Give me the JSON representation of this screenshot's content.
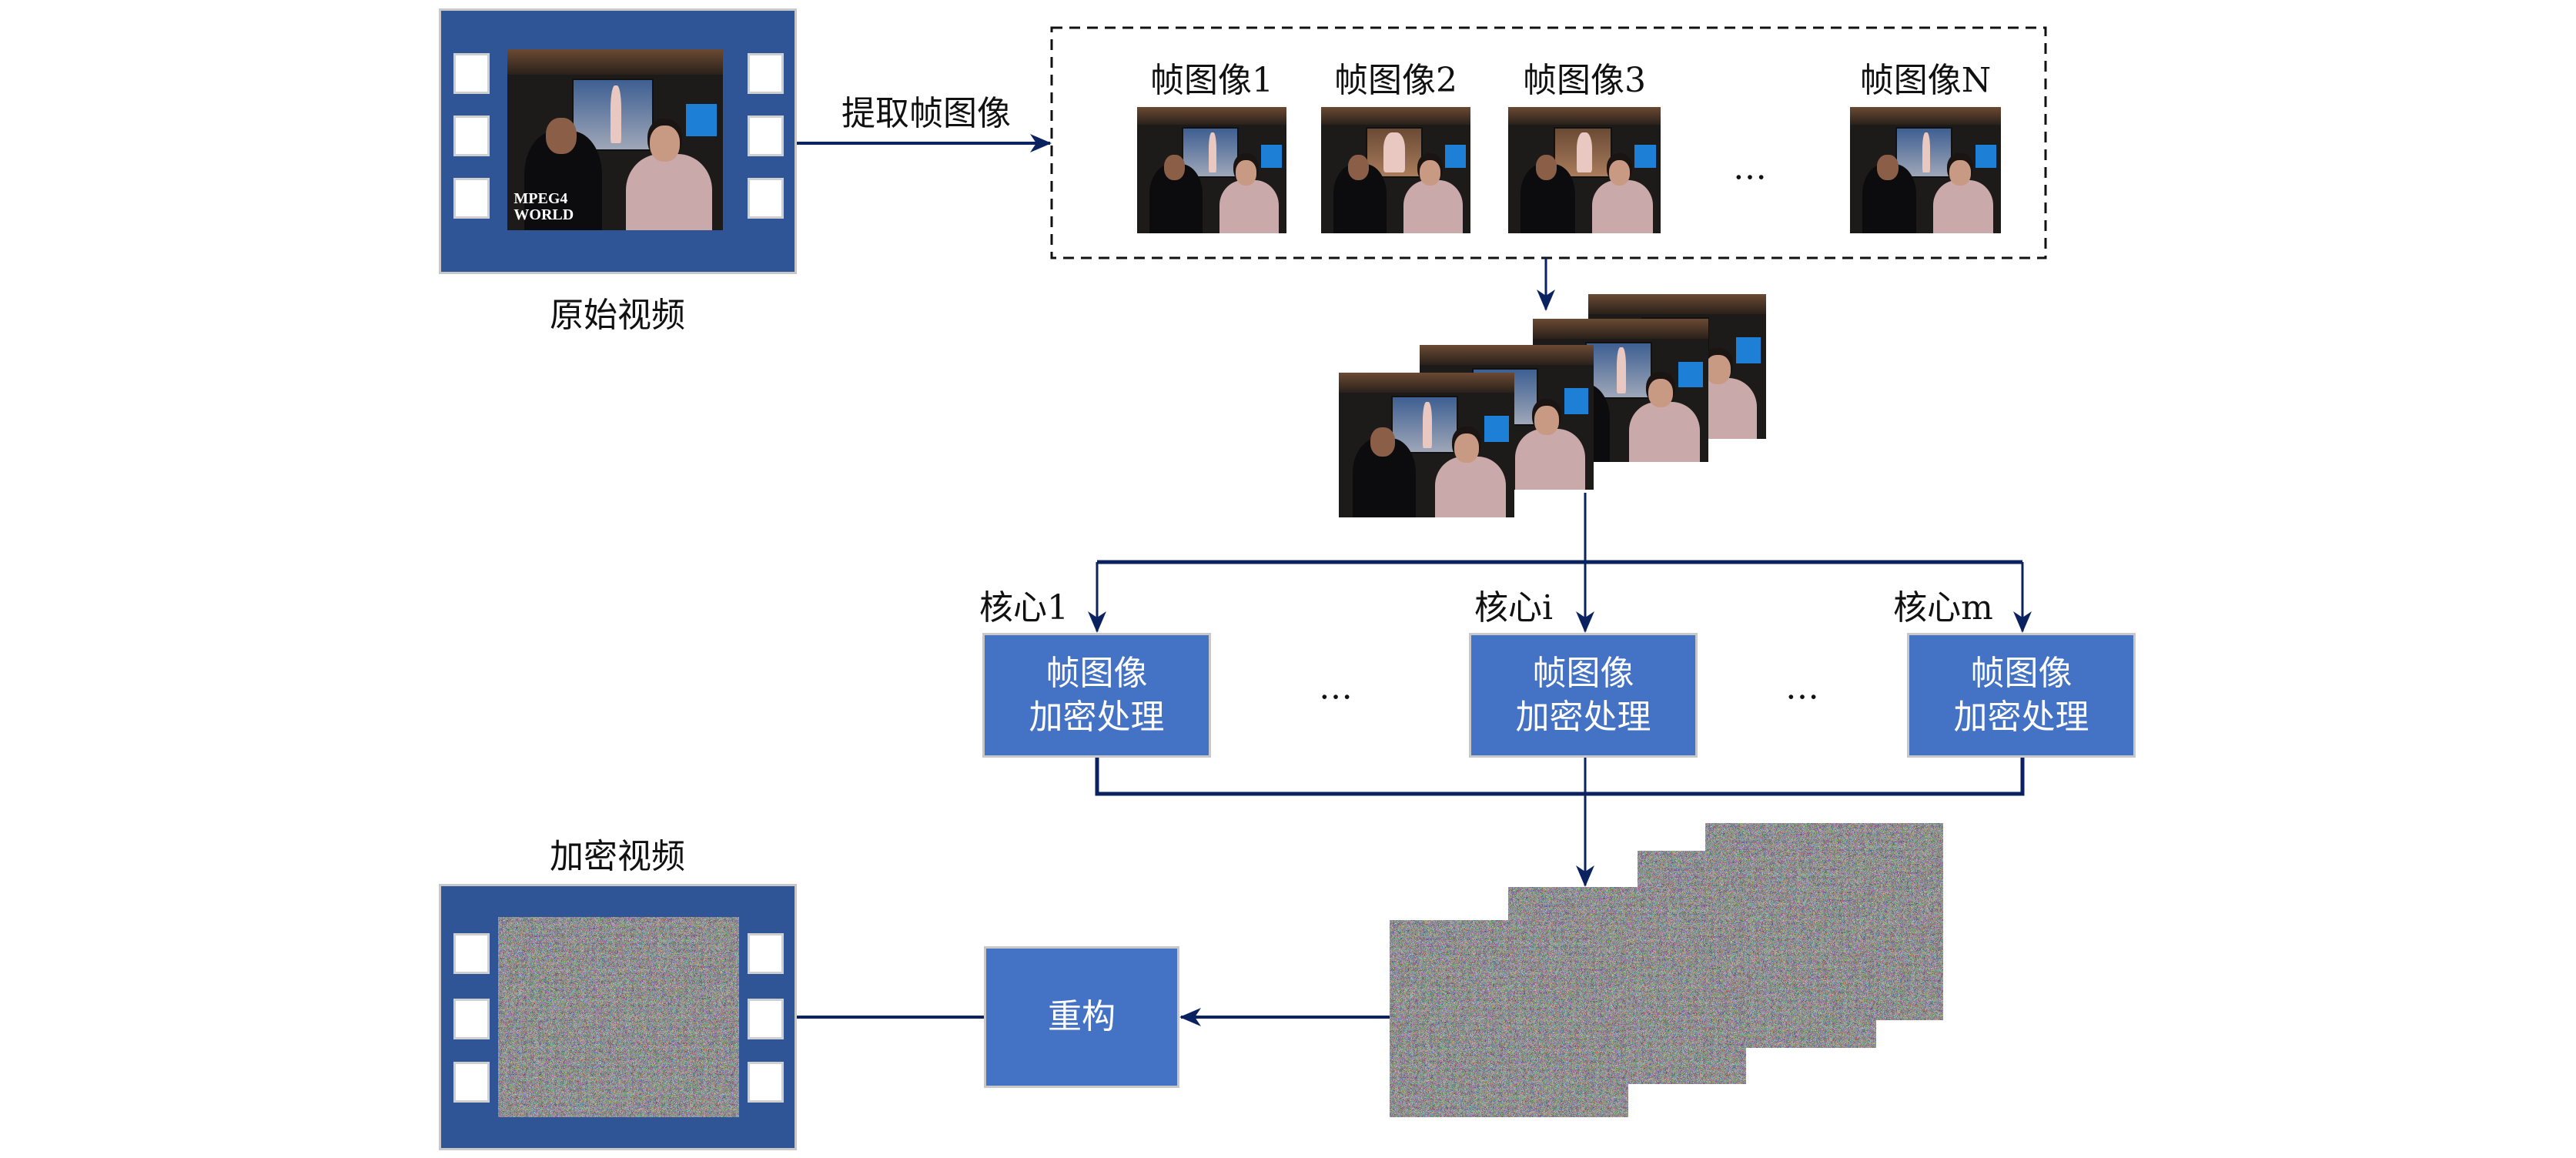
{
  "original_video": {
    "label": "原始视频",
    "watermark": [
      "MPEG4",
      "WORLD"
    ]
  },
  "extract": {
    "label": "提取帧图像"
  },
  "frames": [
    {
      "label": "帧图像1"
    },
    {
      "label": "帧图像2"
    },
    {
      "label": "帧图像3"
    },
    {
      "label": "帧图像N"
    }
  ],
  "frames_ellipsis": "…",
  "cores": [
    {
      "label": "核心1",
      "box_line1": "帧图像",
      "box_line2": "加密处理"
    },
    {
      "label": "核心i",
      "box_line1": "帧图像",
      "box_line2": "加密处理"
    },
    {
      "label": "核心m",
      "box_line1": "帧图像",
      "box_line2": "加密处理"
    }
  ],
  "cores_ellipsis": "…",
  "reconstruct": {
    "label": "重构"
  },
  "encrypted_video": {
    "label": "加密视频"
  },
  "colors": {
    "film": "#2f5597",
    "box": "#4472c4",
    "arrow": "#0b2260"
  }
}
